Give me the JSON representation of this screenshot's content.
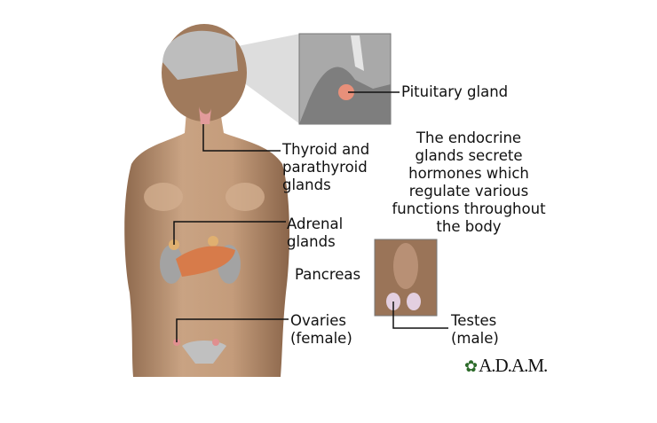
{
  "labels": {
    "pituitary": "Pituitary gland",
    "thyroid": [
      "Thyroid and",
      "parathyroid",
      "glands"
    ],
    "adrenal": [
      "Adrenal",
      "glands"
    ],
    "pancreas": "Pancreas",
    "ovaries": [
      "Ovaries",
      "(female)"
    ],
    "testes": [
      "Testes",
      "(male)"
    ]
  },
  "description": [
    "The endocrine",
    "glands secrete",
    "hormones which",
    "regulate various",
    "functions throughout",
    "the body"
  ],
  "logo": "A.D.A.M.",
  "colors": {
    "skin": "#c39a78",
    "gland": "#e8907a",
    "inset_gray": "#9a9a9a"
  }
}
